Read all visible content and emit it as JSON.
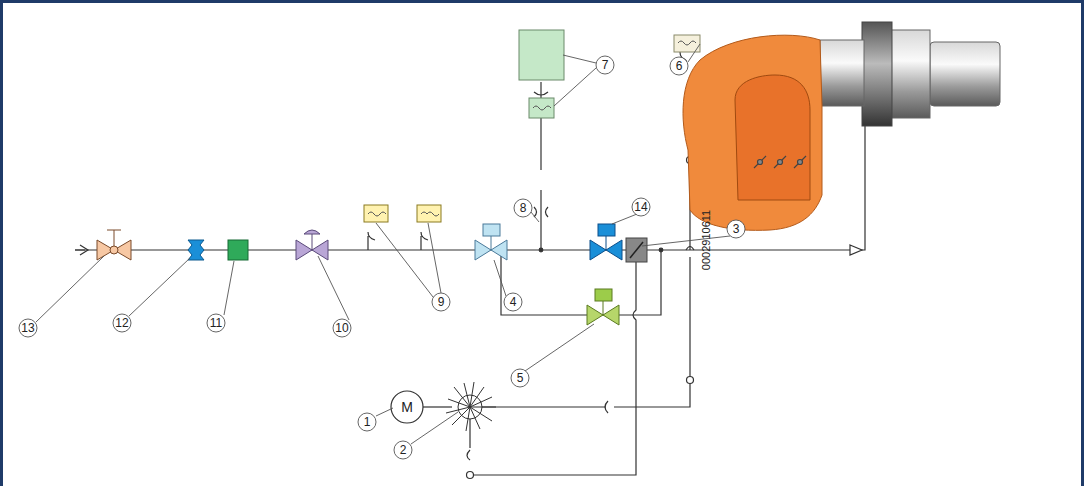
{
  "diagram": {
    "nodes": [
      {
        "text": [
          "M"
        ]
      }
    ],
    "labels": [
      "13",
      "12",
      "11",
      "10",
      "9",
      "4",
      "5",
      "1",
      "2",
      "8",
      "7",
      "6",
      "14",
      "3",
      "0002910611"
    ]
  }
}
